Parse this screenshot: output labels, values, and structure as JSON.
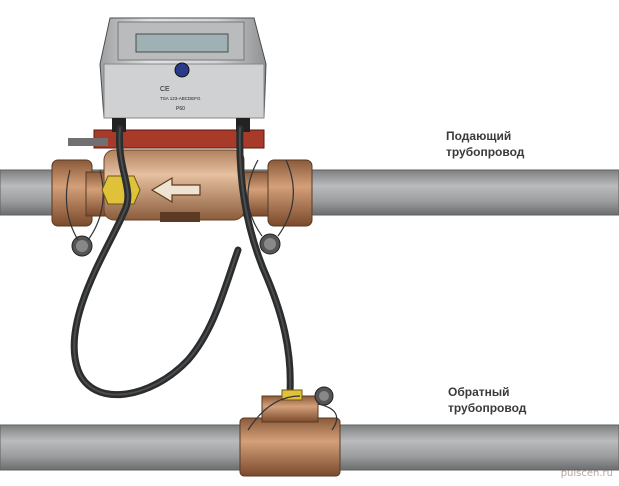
{
  "labels": {
    "supply_pipe_line1": "Подающий",
    "supply_pipe_line2": "трубопровод",
    "return_pipe_line1": "Обратный",
    "return_pipe_line2": "трубопровод"
  },
  "meter_marks": {
    "ce": "CE",
    "small_text": "TSA 123-ABCDEFG",
    "code": "P60"
  },
  "watermark": "pulscen.ru",
  "colors": {
    "pipe": "#9a9c9e",
    "pipe_dark": "#6f7173",
    "brass": "#b07a55",
    "brass_dark": "#7a4e30",
    "meter_body": "#c9cbcc",
    "meter_top": "#a9abad",
    "flange_red": "#a83a2a",
    "cable": "#2a2c2e",
    "text": "#3a3a3a"
  }
}
